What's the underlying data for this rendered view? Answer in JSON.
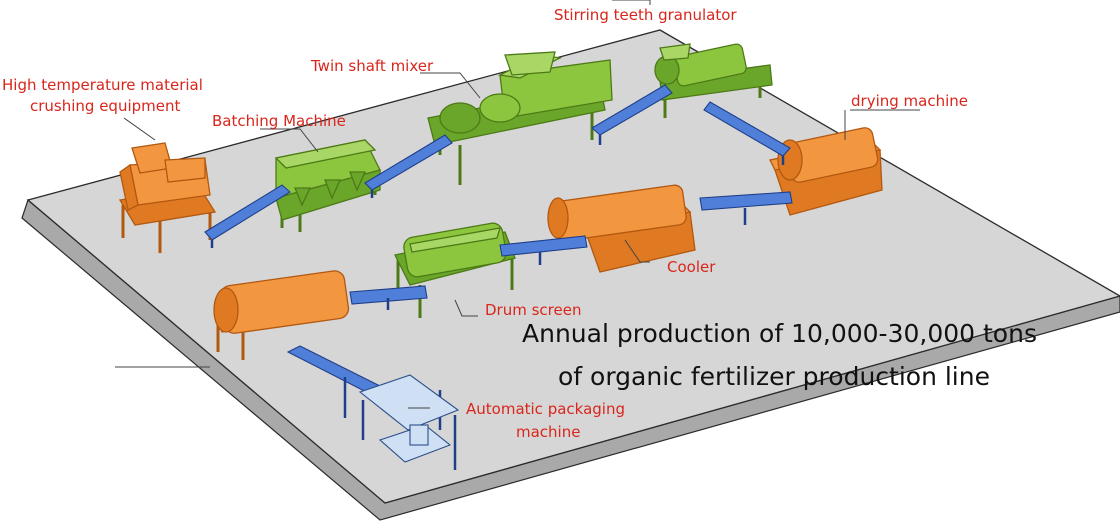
{
  "labels": {
    "stirring_granulator": "Stirring teeth granulator",
    "twin_shaft_mixer": "Twin shaft mixer",
    "crushing_line1": "High temperature material",
    "crushing_line2": "crushing equipment",
    "batching_machine": "Batching Machine",
    "drying_machine": "drying machine",
    "cooler": "Cooler",
    "drum_screen": "Drum screen",
    "packaging_line1": "Automatic packaging",
    "packaging_line2": "machine"
  },
  "title": {
    "line1": "Annual production of 10,000-30,000 tons",
    "line2": "of organic fertilizer production line"
  },
  "colors": {
    "label_red": "#d9261c",
    "equipment_orange": "#f39640",
    "equipment_green": "#8cc63e",
    "conveyor_blue": "#4f7fd8",
    "floor_gray": "#d4d4d4"
  }
}
